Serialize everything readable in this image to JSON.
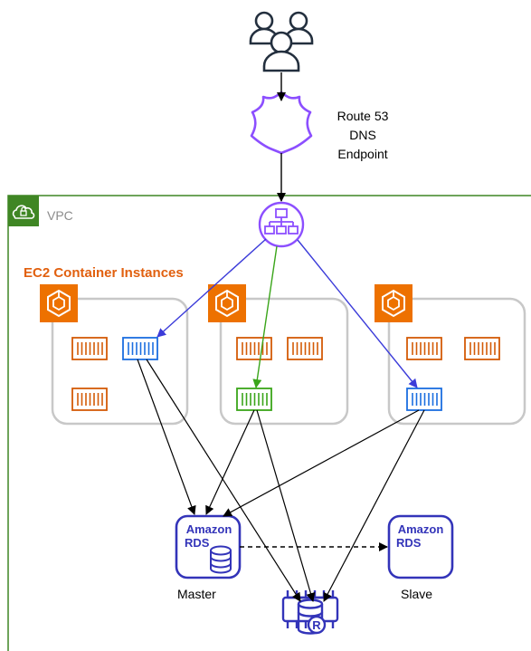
{
  "route53": {
    "line1": "Route 53",
    "line2": "DNS",
    "line3": "Endpoint"
  },
  "vpc": {
    "label": "VPC"
  },
  "ec2_group": {
    "label": "EC2 Container Instances"
  },
  "rds_master": {
    "brand": "Amazon",
    "service": "RDS",
    "caption": "Master"
  },
  "rds_slave": {
    "brand": "Amazon",
    "service": "RDS",
    "caption": "Slave"
  },
  "colors": {
    "vpc_border": "#3f8624",
    "ec2_orange": "#ed7100",
    "container_orange": "#d45b07",
    "container_blue": "#1b6ee0",
    "container_green": "#3aa51a",
    "rds_purple": "#3334b9",
    "route53_purple": "#8c4fff",
    "elb_purple": "#8c4fff",
    "arrow_black": "#000000",
    "arrow_blue": "#3b3bd9",
    "arrow_green": "#3aa51a",
    "instance_box": "#c8c8c8"
  },
  "icons": [
    "users-icon",
    "route53-shield-icon",
    "vpc-cloud-lock-icon",
    "load-balancer-icon",
    "ecs-icon",
    "container-icon",
    "rds-database-icon",
    "elasticache-redis-icon"
  ]
}
